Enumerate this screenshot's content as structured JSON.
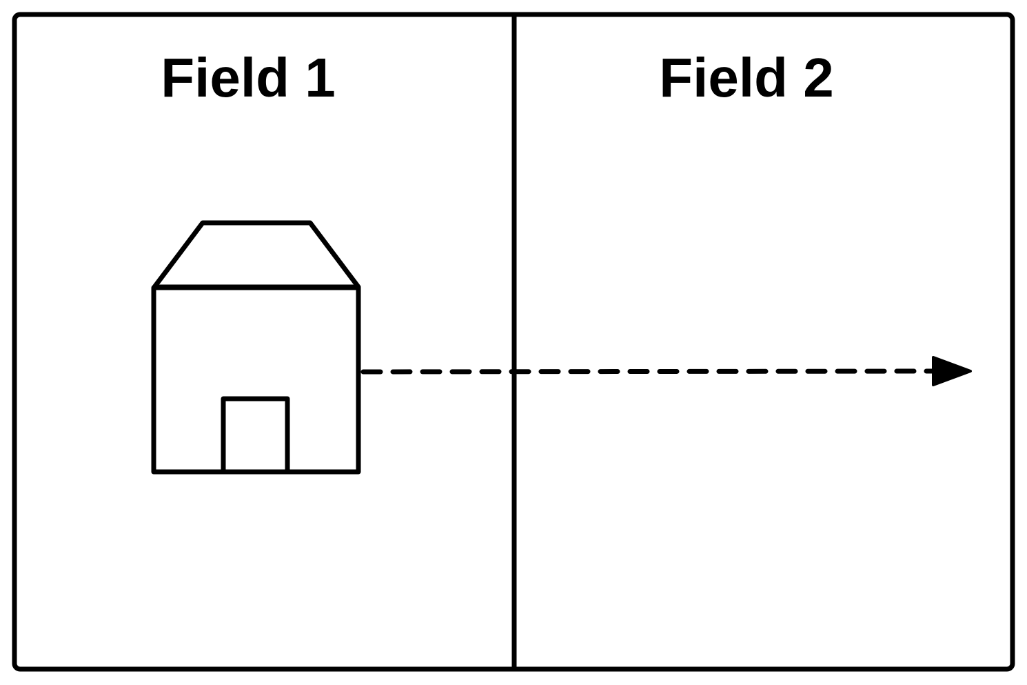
{
  "fields": [
    {
      "title": "Field 1"
    },
    {
      "title": "Field 2"
    }
  ],
  "icons": {
    "building": "house-icon",
    "movement": "dashed-arrow-right"
  },
  "colors": {
    "stroke": "#000000",
    "background": "#ffffff"
  }
}
